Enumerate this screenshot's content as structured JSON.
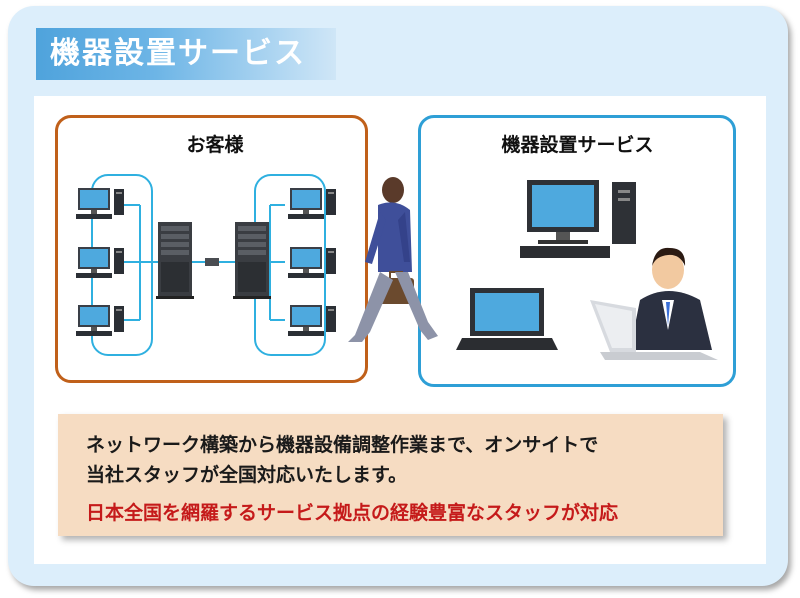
{
  "title": "機器設置サービス",
  "left_box": {
    "label": "お客様"
  },
  "right_box": {
    "label": "機器設置サービス"
  },
  "info": {
    "line1": "ネットワーク構築から機器設備調整作業まで、オンサイトで",
    "line2": "当社スタッフが全国対応いたします。",
    "line3": "日本全国を網羅するサービス拠点の経験豊富なスタッフが対応"
  },
  "colors": {
    "card_bg": "#dceefb",
    "left_border": "#c0601a",
    "right_border": "#2e9fd6",
    "network_line": "#2fb0e0",
    "emphasis_text": "#c51a1a",
    "info_bg": "#f6dcc2"
  }
}
